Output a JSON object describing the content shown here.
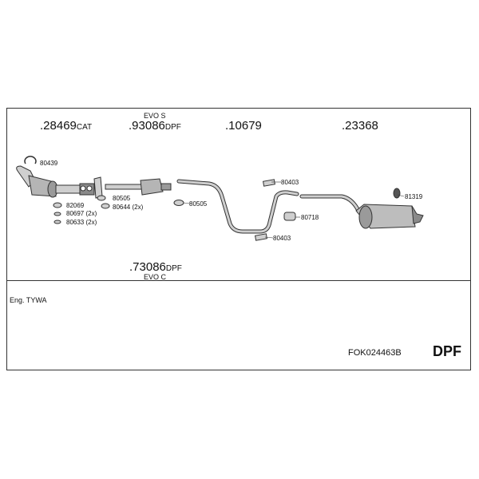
{
  "parts": {
    "p1": {
      "number": ".28469",
      "suffix": "CAT"
    },
    "p2": {
      "number": ".93086",
      "suffix": "DPF",
      "variant": "EVO S"
    },
    "p3": {
      "number": ".10679"
    },
    "p4": {
      "number": ".23368"
    },
    "p5": {
      "number": ".73086",
      "suffix": "DPF",
      "variant": "EVO C"
    }
  },
  "refs": [
    "80439",
    "80505",
    "80644 (2x)",
    "82069",
    "80697 (2x)",
    "80633 (2x)",
    "80505",
    "80403",
    "80718",
    "80403",
    "81319"
  ],
  "engine": "Eng. TYWA",
  "kit_code": "FOK024463B",
  "badge": "DPF",
  "colors": {
    "line": "#333333",
    "fill": "#cfcfcf",
    "dark": "#7a7a7a"
  }
}
